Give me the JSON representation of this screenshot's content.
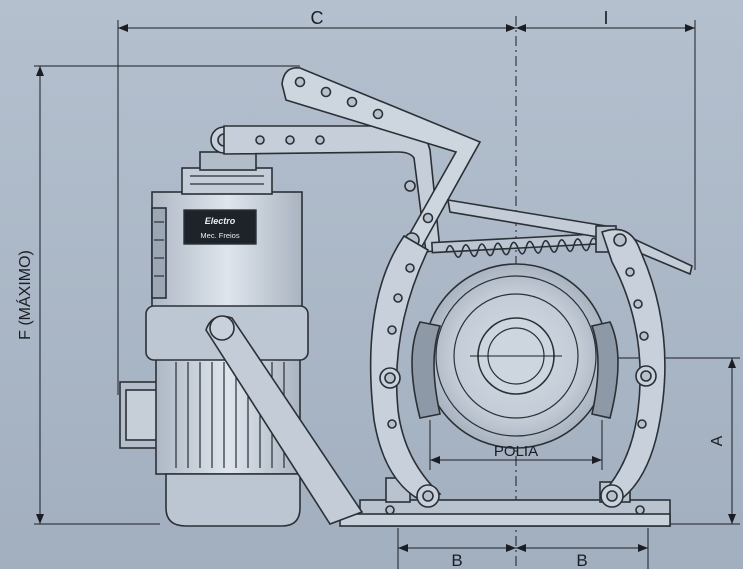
{
  "labels": {
    "c": "C",
    "i": "I",
    "f": "F (MÁXIMO)",
    "a": "A",
    "b_left": "B",
    "b_right": "B",
    "polia": "POLIA"
  },
  "nameplate": {
    "line1": "Electro",
    "line2": "Mec. Freios"
  },
  "colors": {
    "background": "#a9b6c6",
    "line": "#1a1e24",
    "metal": "#c9d1dc"
  }
}
